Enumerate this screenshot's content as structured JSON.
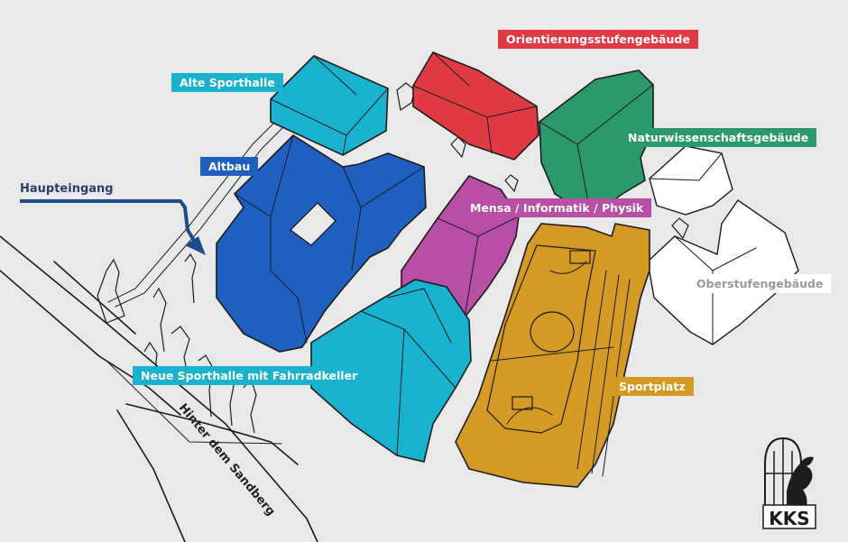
{
  "colors": {
    "background": "#e9e9e9",
    "red": "#e03a45",
    "green": "#2a9a6a",
    "cyan": "#1ab3cf",
    "blue": "#1f5fbf",
    "magenta": "#b94ea7",
    "gold": "#d49a24",
    "navy": "#1a4d8a",
    "white": "#ffffff"
  },
  "labels": {
    "orientierungsstufe": "Orientierungsstufengebäude",
    "alte_sporthalle": "Alte Sporthalle",
    "naturwissenschaft": "Naturwissenschaftsgebäude",
    "altbau": "Altbau",
    "haupteingang": "Haupteingang",
    "mensa": "Mensa / Informatik / Physik",
    "oberstufe": "Oberstufengebäude",
    "neue_sporthalle": "Neue Sporthalle mit Fahrradkeller",
    "sportplatz": "Sportplatz"
  },
  "street": "Hinter dem Sandberg",
  "logo": {
    "text": "KKS",
    "icon": "lion-crest-icon"
  }
}
